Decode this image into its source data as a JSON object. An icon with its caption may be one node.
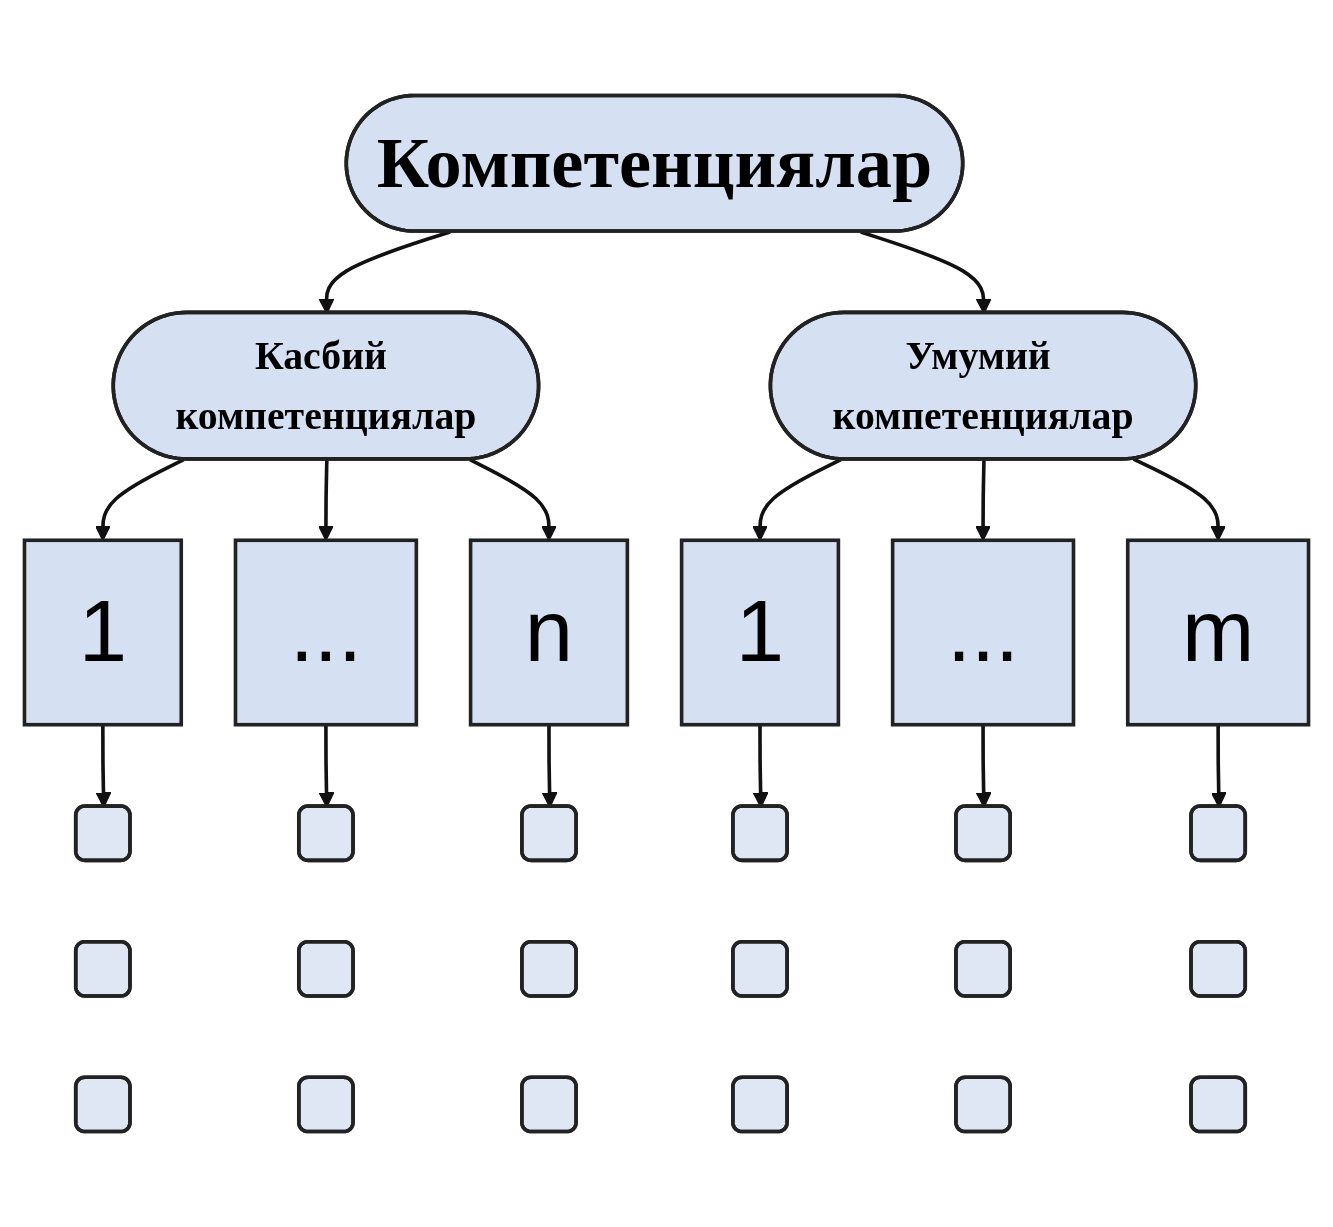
{
  "diagram": {
    "nodes": [
      {
        "text": [
          "Компетенциялар"
        ]
      },
      {
        "text": [
          "Касбий компетенциялар"
        ]
      },
      {
        "text": [
          "Умумий компетенциялар"
        ]
      },
      {
        "text": [
          "1"
        ]
      },
      {
        "text": [
          "..."
        ]
      },
      {
        "text": [
          "n"
        ]
      },
      {
        "text": [
          "1"
        ]
      },
      {
        "text": [
          "..."
        ]
      },
      {
        "text": [
          "m"
        ]
      },
      {
        "text": [],
        "shape": "box"
      },
      {
        "text": [],
        "shape": "box"
      },
      {
        "text": [],
        "shape": "box"
      },
      {
        "text": [],
        "shape": "box"
      },
      {
        "text": [],
        "shape": "box"
      },
      {
        "text": [],
        "shape": "box"
      },
      {
        "text": [],
        "shape": "box"
      },
      {
        "text": [],
        "shape": "box"
      },
      {
        "text": [],
        "shape": "box"
      },
      {
        "text": [],
        "shape": "box"
      },
      {
        "text": [],
        "shape": "box"
      },
      {
        "text": [],
        "shape": "box"
      },
      {
        "text": [],
        "shape": "box"
      },
      {
        "text": [],
        "shape": "box"
      },
      {
        "text": [],
        "shape": "box"
      },
      {
        "text": [],
        "shape": "box"
      },
      {
        "text": [],
        "shape": "box"
      },
      {
        "text": [],
        "shape": "box"
      }
    ],
    "edges": [
      {
        "from": 0,
        "to": 1,
        "arrow": "to"
      },
      {
        "from": 0,
        "to": 2,
        "arrow": "to"
      },
      {
        "from": 1,
        "to": 3,
        "arrow": "to"
      },
      {
        "from": 1,
        "to": 4,
        "arrow": "to"
      },
      {
        "from": 1,
        "to": 5,
        "arrow": "to"
      },
      {
        "from": 2,
        "to": 6,
        "arrow": "to"
      },
      {
        "from": 2,
        "to": 7,
        "arrow": "to"
      },
      {
        "from": 2,
        "to": 8,
        "arrow": "to"
      },
      {
        "from": 3,
        "to": 9,
        "arrow": "to"
      },
      {
        "from": 4,
        "to": 10,
        "arrow": "to"
      },
      {
        "from": 5,
        "to": 11,
        "arrow": "to"
      },
      {
        "from": 6,
        "to": 12,
        "arrow": "to"
      },
      {
        "from": 7,
        "to": 13,
        "arrow": "to"
      },
      {
        "from": 8,
        "to": 14,
        "arrow": "to"
      }
    ]
  }
}
